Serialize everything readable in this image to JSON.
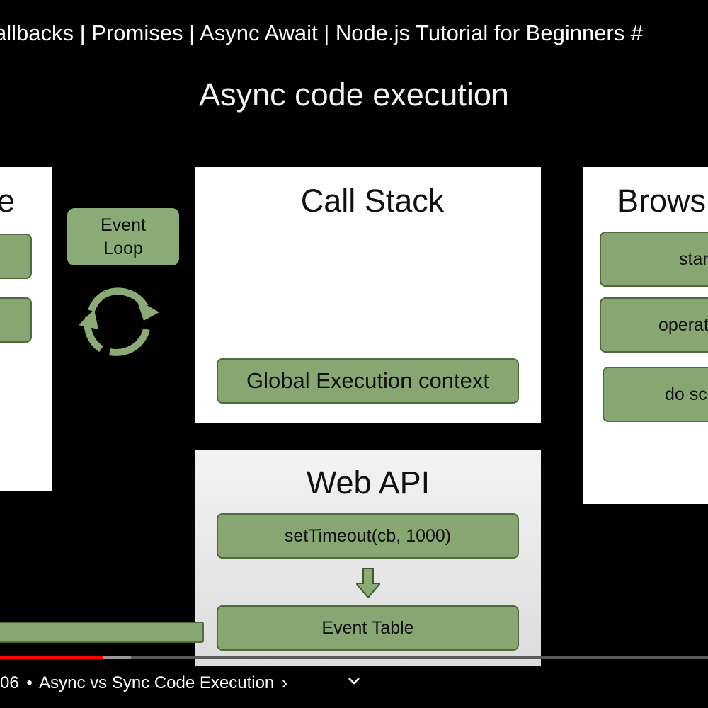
{
  "video": {
    "title_visible": "allbacks | Promises | Async Await | Node.js Tutorial for Beginners #"
  },
  "slide": {
    "title": "Async code execution",
    "left_panel": {
      "heading_fragment": "e"
    },
    "event_loop": {
      "line1": "Event",
      "line2": "Loop"
    },
    "call_stack": {
      "heading": "Call Stack",
      "item": "Global Execution context"
    },
    "web_api": {
      "heading": "Web API",
      "items": [
        "setTimeout(cb, 1000)",
        "Event Table"
      ]
    },
    "browser_panel": {
      "heading_fragment": "Brows",
      "items": [
        "star",
        "operat",
        "do sc"
      ]
    }
  },
  "player": {
    "progress_fraction": 0.145,
    "chapter_time_fragment": "06",
    "chapter_separator": "•",
    "chapter_title": "Async vs Sync Code Execution",
    "chapter_arrow": "›",
    "expand_icon": "chevron-down-icon"
  },
  "colors": {
    "box_green": "#87a672",
    "progress_red": "#ff0000",
    "arrow_green": "#8aab76"
  }
}
